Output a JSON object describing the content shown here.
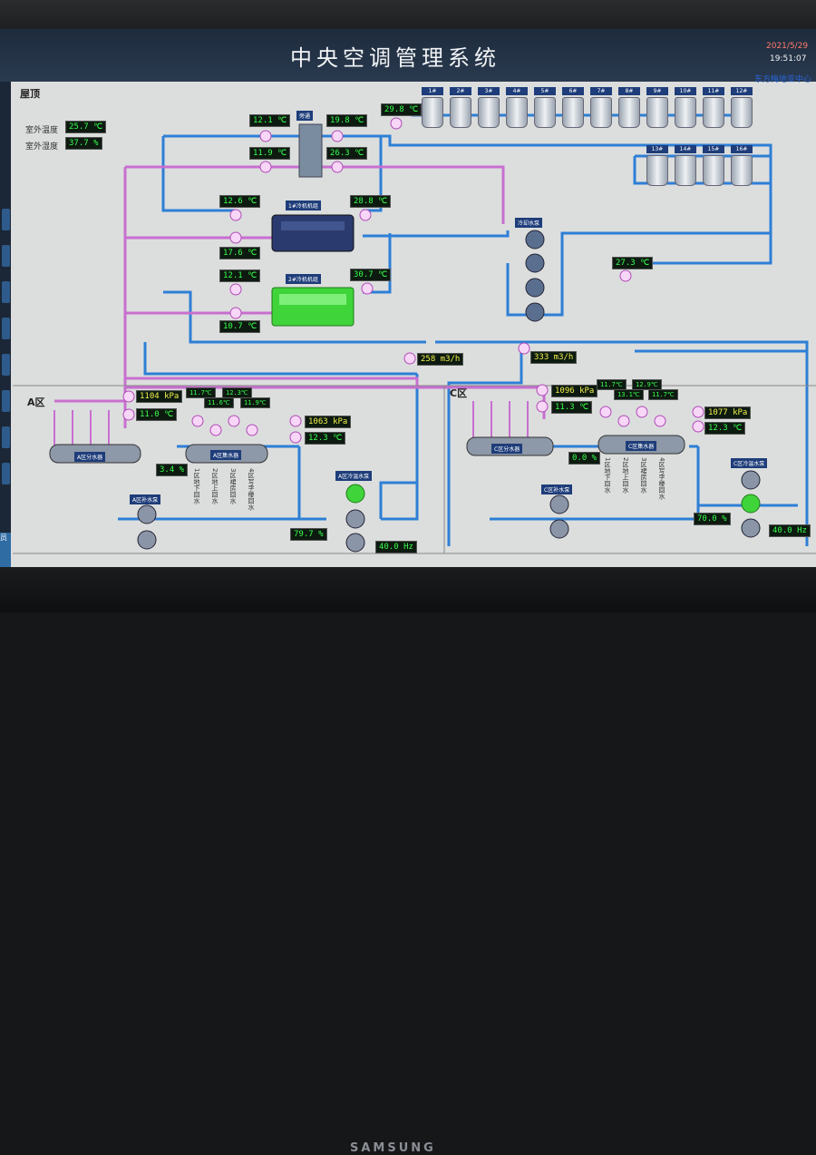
{
  "header": {
    "title": "中央空调管理系统",
    "date": "2021/5/29",
    "time": "19:51:07",
    "company": "东方梅地亚中心"
  },
  "roof": {
    "label": "屋顶",
    "outdoor_temp_label": "室外温度",
    "outdoor_temp": "25.7 ℃",
    "outdoor_humidity_label": "室外湿度",
    "outdoor_humidity": "37.7 %",
    "bypass_label": "旁通",
    "temps": {
      "t1": "12.1 ℃",
      "t2": "19.8 ℃",
      "t3": "11.9 ℃",
      "t4": "26.3 ℃",
      "t5": "29.8 ℃",
      "t6": "12.6 ℃",
      "t7": "28.8 ℃",
      "t8": "17.6 ℃",
      "t9": "12.1 ℃",
      "t10": "30.7 ℃",
      "t11": "10.7 ℃",
      "t12": "27.3 ℃"
    },
    "chiller1_label": "1#冷机机组",
    "chiller2_label": "2#冷机机组",
    "cooling_pump_label": "冷却水泵",
    "flow1": "258  m3/h",
    "flow2": "333  m3/h"
  },
  "towers": [
    "1#",
    "2#",
    "3#",
    "4#",
    "5#",
    "6#",
    "7#",
    "8#",
    "9#",
    "10#",
    "11#",
    "12#",
    "13#",
    "14#",
    "15#",
    "16#"
  ],
  "zone_a": {
    "label": "A区",
    "pressure1": "1104 kPa",
    "temp1": "11.0 ℃",
    "small_temps": [
      "11.7℃",
      "12.3℃",
      "11.6℃",
      "11.9℃"
    ],
    "pressure2": "1063 kPa",
    "temp2": "12.3 ℃",
    "valve_pct": "3.4 %",
    "distributor_label": "A区分水器",
    "collector_label": "A区集水器",
    "branches": [
      "1区地下回水",
      "2区地上回水",
      "3区裙房回水",
      "4区写字楼回水"
    ],
    "makeup_pump_label": "A区补水泵",
    "cold_pump_label": "A区冷温水泵",
    "pct2": "79.7 %",
    "freq": "40.0 Hz"
  },
  "zone_c": {
    "label": "C区",
    "pressure1": "1096 kPa",
    "temp1": "11.3 ℃",
    "small_temps": [
      "11.7℃",
      "12.9℃",
      "13.1℃",
      "11.7℃"
    ],
    "pressure2": "1077 kPa",
    "temp2": "12.3 ℃",
    "valve_pct": "0.0 %",
    "distributor_label": "C区分水器",
    "collector_label": "C区集水器",
    "branches": [
      "1区地下回水",
      "2区地上回水",
      "3区裙房回水",
      "4区写字楼回水"
    ],
    "makeup_pump_label": "C区补水泵",
    "cold_pump_label": "C区冷温水泵",
    "pct2": "70.0 %",
    "freq": "40.0 Hz"
  },
  "left_side_label": "员",
  "monitor_brand": "SAMSUNG",
  "colors": {
    "supply_pipe": "#2e7fd6",
    "return_pipe": "#c86fd0",
    "chiller1": "#2b3a6e",
    "chiller2": "#3fd43a",
    "title_bg": "#1d2b3c"
  }
}
